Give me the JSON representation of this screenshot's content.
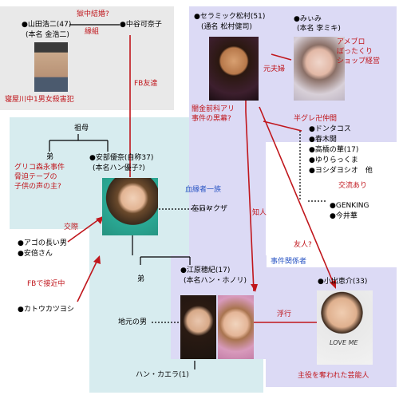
{
  "colors": {
    "gray_panel": "#e9e9e9",
    "teal_panel": "#d7ecef",
    "lavender_panel": "#dcdaf5",
    "line_red": "#c0161c",
    "label_red": "#c0161c",
    "label_blue": "#2a55c4"
  },
  "top_left": {
    "yamada_name": "●山田浩二(47)",
    "yamada_real": "(本名 金浩二)",
    "yamada_desc": "寝屋川中1男女殺害犯",
    "link_top": "獄中結婚?",
    "link_bottom": "縁組",
    "nakatani": "●中谷可奈子",
    "fb_friend": "FB友達"
  },
  "top_right": {
    "matsumura_name": "●セラミック松村(51)",
    "matsumura_real": "(通名 松村健司)",
    "matsumura_desc_1": "闇金前科アリ",
    "matsumura_desc_2": "事件の黒幕?",
    "ex_couple": "元夫婦",
    "miimi_name": "●みぃみ",
    "miimi_real": "(本名 李ミキ)",
    "miimi_desc_1": "アメブロ",
    "miimi_desc_2": "ぼったくり",
    "miimi_desc_3": "ショップ経営",
    "hangure": "半グレ卍仲間",
    "members": [
      "●ドンタコス",
      "●春木開",
      "●高橋の華(17)",
      "●ゆりらっくま",
      "●ヨシダヨシオ　他"
    ],
    "koryu": "交流あり",
    "genking": "●GENKING",
    "imai": "●今井華"
  },
  "left_family": {
    "grandmother": "祖母",
    "brother": "弟",
    "glico_1": "グリコ森永事件",
    "glico_2": "脅迫テープの",
    "glico_3": "子供の声の主?",
    "abe_name": "●安部優奈(自称37)",
    "abe_real": "(本名ハン優子?)",
    "blood": "血縁者一族",
    "zainichi": "在日ヤクザ",
    "dating": "交際",
    "ago": "●アゴの長い男",
    "abe_san": "●安倍さん",
    "fb_approach": "FBで接近中",
    "katou": "●カトウカツヨシ",
    "chijin": "知人"
  },
  "bottom": {
    "little_brother": "弟",
    "ehara_name": "●江原穂紀(17)",
    "ehara_real": "(本名ハン・ホノリ)",
    "local_man": "地元の男",
    "han_kaera": "ハン・カエラ(1)",
    "incident": "事件関係者",
    "friend_q": "友人?",
    "affair": "浮行",
    "koide_name": "●小出恵介(33)",
    "koide_desc": "主役を奪われた芸能人",
    "shirt_text": "LOVE ME"
  }
}
